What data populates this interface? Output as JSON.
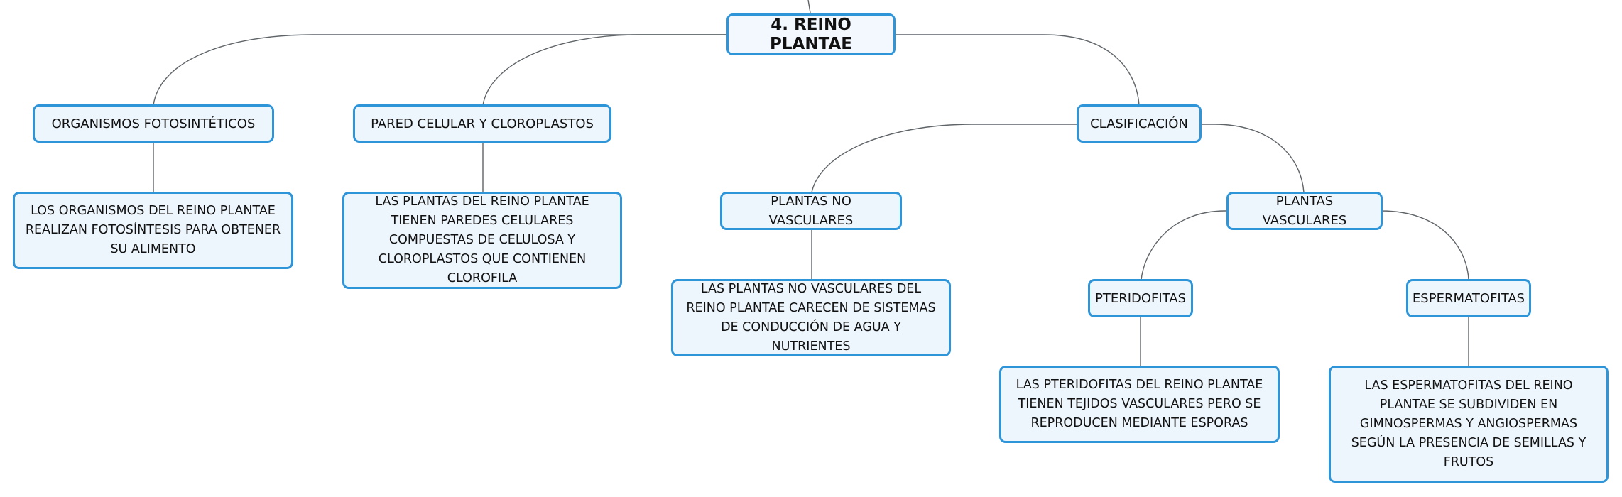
{
  "colors": {
    "node_border": "#2f95d9",
    "node_fill": "#eef6fd",
    "connector": "#5f6468"
  },
  "root": {
    "label": "4. REINO PLANTAE"
  },
  "branches": {
    "fotosinteticos": {
      "label": "ORGANISMOS FOTOSINTÉTICOS",
      "detail": "LOS ORGANISMOS DEL REINO PLANTAE REALIZAN FOTOSÍNTESIS PARA OBTENER SU ALIMENTO"
    },
    "pared": {
      "label": "PARED CELULAR Y CLOROPLASTOS",
      "detail": "LAS PLANTAS DEL REINO PLANTAE TIENEN PAREDES CELULARES COMPUESTAS DE CELULOSA Y CLOROPLASTOS QUE CONTIENEN CLOROFILA"
    },
    "clasificacion": {
      "label": "CLASIFICACIÓN",
      "no_vasculares": {
        "label": "PLANTAS NO VASCULARES",
        "detail": "LAS PLANTAS NO VASCULARES DEL REINO PLANTAE CARECEN DE SISTEMAS DE CONDUCCIÓN DE AGUA Y NUTRIENTES"
      },
      "vasculares": {
        "label": "PLANTAS VASCULARES",
        "pteridofitas": {
          "label": "PTERIDOFITAS",
          "detail": "LAS PTERIDOFITAS DEL REINO PLANTAE TIENEN TEJIDOS VASCULARES PERO SE REPRODUCEN MEDIANTE ESPORAS"
        },
        "espermatofitas": {
          "label": "ESPERMATOFITAS",
          "detail": "LAS ESPERMATOFITAS DEL REINO PLANTAE SE SUBDIVIDEN EN GIMNOSPERMAS Y ANGIOSPERMAS SEGÚN LA PRESENCIA DE SEMILLAS Y FRUTOS"
        }
      }
    }
  }
}
